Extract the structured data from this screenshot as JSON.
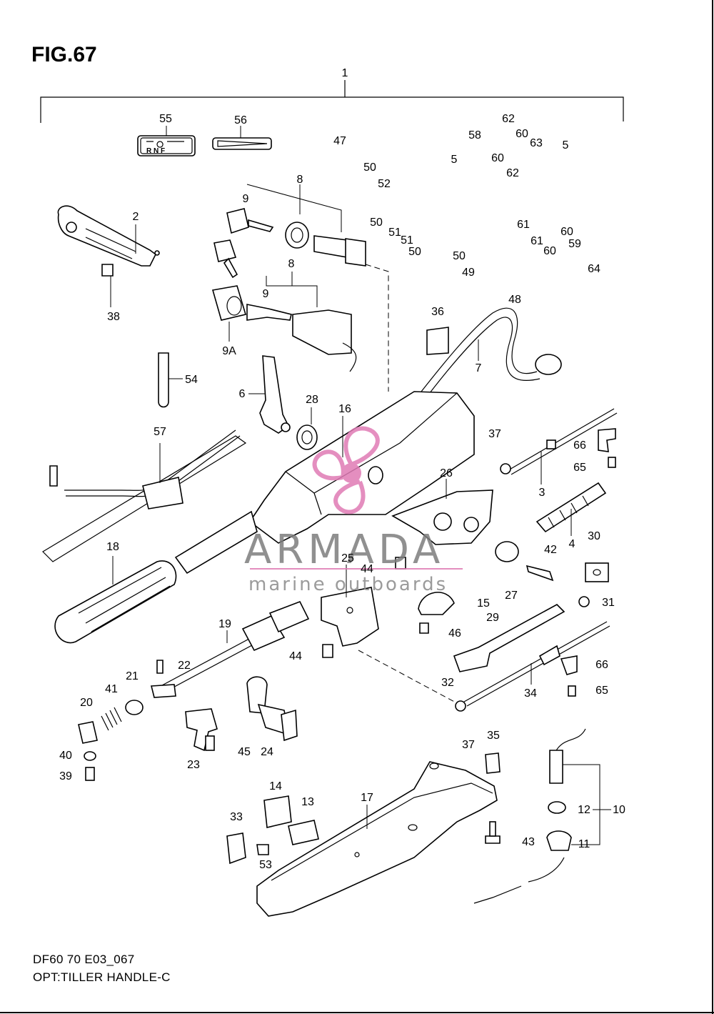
{
  "figure": {
    "title": "FIG.67",
    "code": "DF60 70 E03_067",
    "name": "OPT:TILLER HANDLE-C"
  },
  "watermark": {
    "brand": "ARMADA",
    "tagline": "marine outboards",
    "logo_color": "#e07bb5",
    "text_color": "#808080"
  },
  "callouts": [
    "1",
    "55",
    "56",
    "62",
    "60",
    "63",
    "58",
    "60",
    "62",
    "5",
    "5",
    "47",
    "50",
    "52",
    "50",
    "51",
    "51",
    "50",
    "50",
    "49",
    "48",
    "60",
    "61",
    "61",
    "60",
    "59",
    "64",
    "2",
    "38",
    "8",
    "9",
    "8",
    "9",
    "9A",
    "36",
    "7",
    "54",
    "6",
    "28",
    "16",
    "57",
    "37",
    "66",
    "65",
    "3",
    "26",
    "4",
    "30",
    "42",
    "27",
    "31",
    "18",
    "25",
    "44",
    "15",
    "46",
    "29",
    "19",
    "22",
    "44",
    "21",
    "41",
    "20",
    "40",
    "39",
    "32",
    "34",
    "66",
    "65",
    "37",
    "35",
    "23",
    "45",
    "24",
    "14",
    "13",
    "17",
    "33",
    "53",
    "43",
    "12",
    "10",
    "11"
  ]
}
